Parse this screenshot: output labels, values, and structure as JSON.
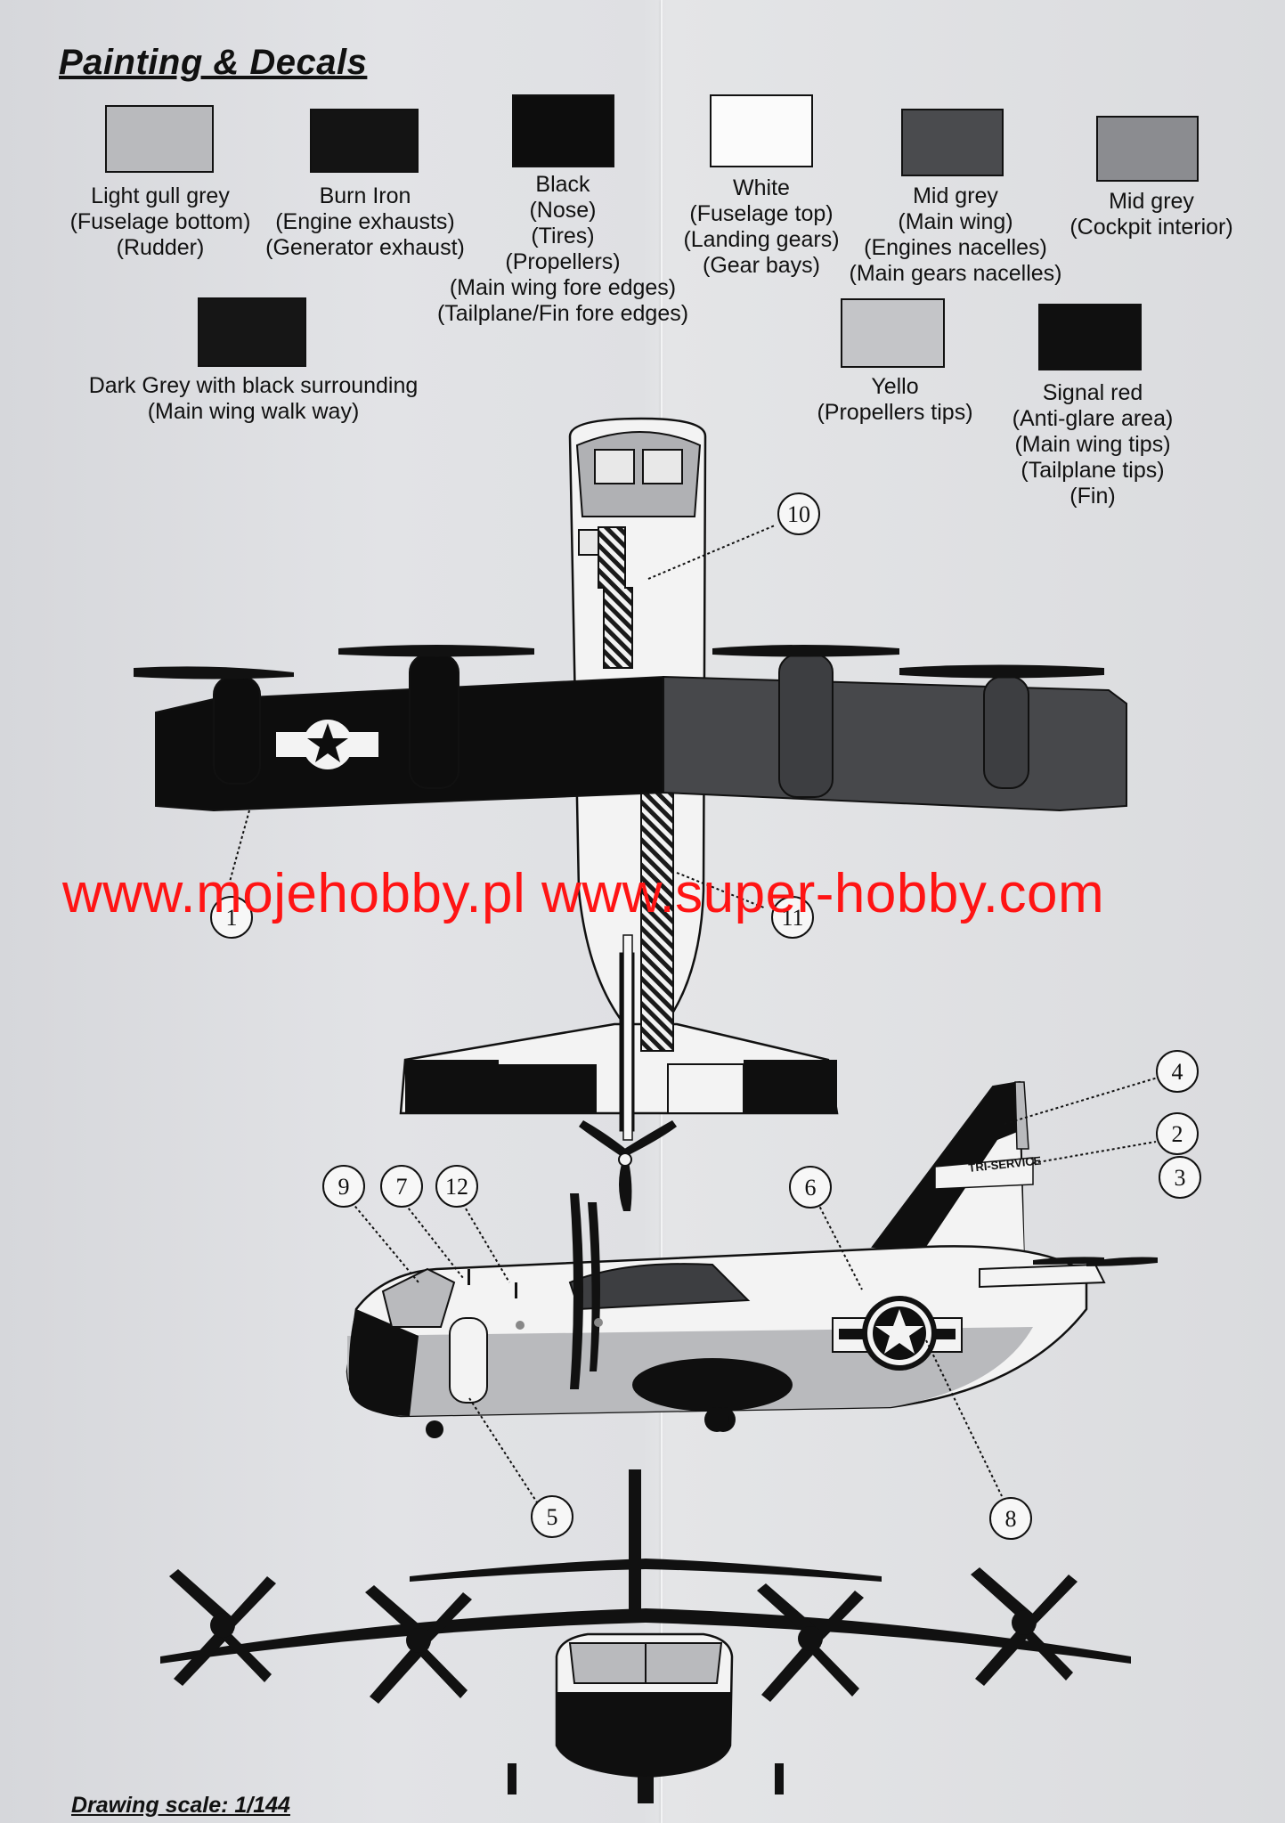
{
  "title": "Painting & Decals",
  "colors": [
    {
      "name": "Light gull grey",
      "uses": [
        "(Fuselage bottom)",
        "(Rudder)"
      ],
      "hex": "#b9babd"
    },
    {
      "name": "Burn Iron",
      "uses": [
        "(Engine exhausts)",
        "(Generator exhaust)"
      ],
      "hex": "#141414"
    },
    {
      "name": "Black",
      "uses": [
        "(Nose)",
        "(Tires)",
        "(Propellers)",
        "(Main wing fore edges)",
        "(Tailplane/Fin fore edges)"
      ],
      "hex": "#0d0d0d"
    },
    {
      "name": "White",
      "uses": [
        "(Fuselage top)",
        "(Landing gears)",
        "(Gear bays)"
      ],
      "hex": "#fbfbfb"
    },
    {
      "name": "Mid grey",
      "uses": [
        "(Main wing)",
        "(Engines nacelles)",
        "(Main gears nacelles)"
      ],
      "hex": "#4a4b4e"
    },
    {
      "name": "Mid grey",
      "uses": [
        "(Cockpit interior)"
      ],
      "hex": "#8b8c90"
    },
    {
      "name": "Dark Grey with black surrounding",
      "uses": [
        "(Main wing walk way)"
      ],
      "hex": "#161616"
    },
    {
      "name": "Yello",
      "uses": [
        "(Propellers tips)"
      ],
      "hex": "#c4c5c8"
    },
    {
      "name": "Signal red",
      "uses": [
        "(Anti-glare area)",
        "(Main wing tips)",
        "(Tailplane tips)",
        "(Fin)"
      ],
      "hex": "#101010"
    }
  ],
  "callouts": [
    "1",
    "2",
    "3",
    "4",
    "5",
    "6",
    "7",
    "8",
    "9",
    "10",
    "11",
    "12"
  ],
  "fin_text": "TRI-SERVICE",
  "watermark": "www.mojehobby.pl www.super-hobby.com",
  "scale_note": "Drawing scale: 1/144"
}
